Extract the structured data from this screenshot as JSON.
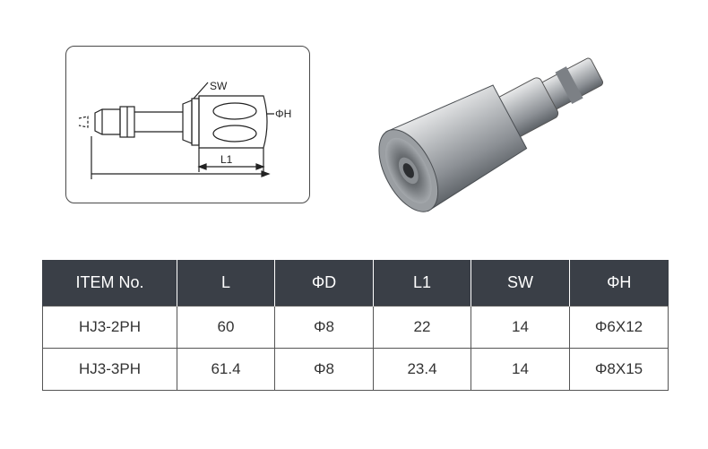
{
  "drawing": {
    "label_sw": "SW",
    "label_phi_h": "ΦH",
    "label_l1": "L1"
  },
  "photo": {
    "subject": "quick-coupler-plug"
  },
  "table": {
    "headers": [
      "ITEM No.",
      "L",
      "ΦD",
      "L1",
      "SW",
      "ΦH"
    ],
    "rows": [
      [
        "HJ3-2PH",
        "60",
        "Φ8",
        "22",
        "14",
        "Φ6X12"
      ],
      [
        "HJ3-3PH",
        "61.4",
        "Φ8",
        "23.4",
        "14",
        "Φ8X15"
      ]
    ]
  },
  "colors": {
    "header_bg": "#3a3f47",
    "header_text": "#ffffff",
    "border": "#555555"
  }
}
